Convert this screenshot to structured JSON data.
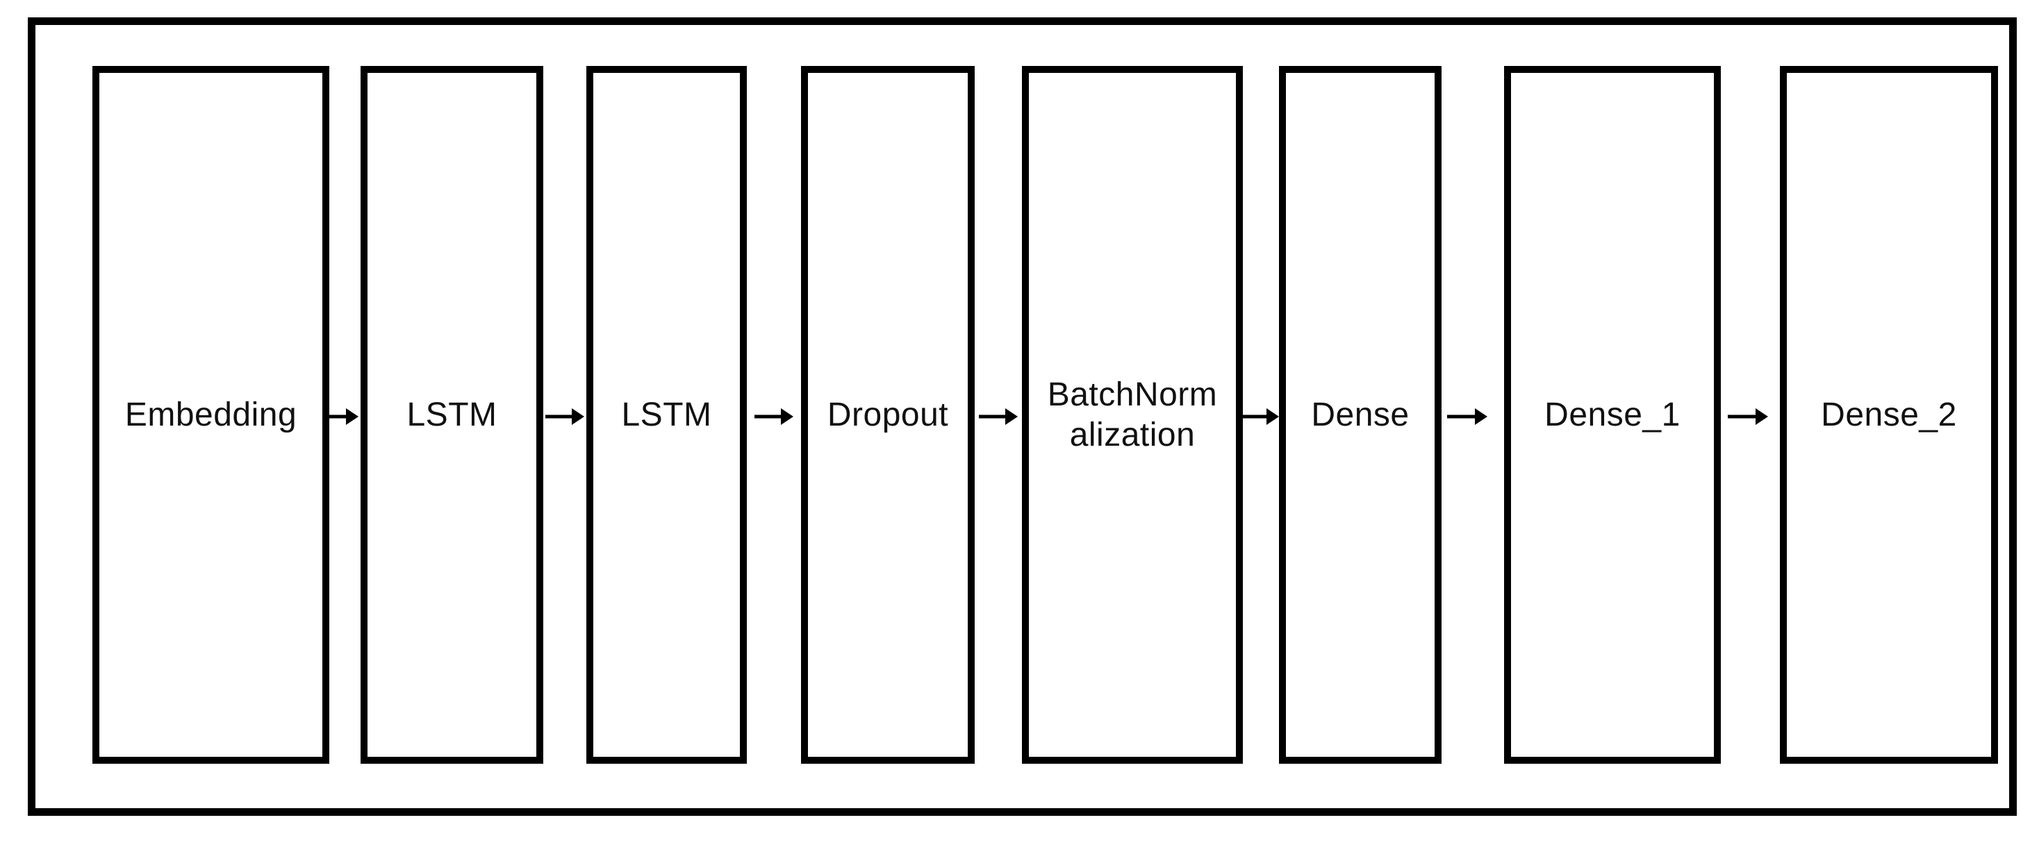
{
  "diagram": {
    "background_color": "#ffffff",
    "stroke_color": "#000000",
    "text_color": "#111111",
    "flow_direction": "left-to-right",
    "layers": [
      {
        "label": "Embedding"
      },
      {
        "label": "LSTM"
      },
      {
        "label": "LSTM"
      },
      {
        "label": "Dropout"
      },
      {
        "label": "BatchNorm\nalization"
      },
      {
        "label": "Dense"
      },
      {
        "label": "Dense_1"
      },
      {
        "label": "Dense_2"
      }
    ],
    "connectors": {
      "icon": "arrow-right",
      "count": 7
    }
  }
}
